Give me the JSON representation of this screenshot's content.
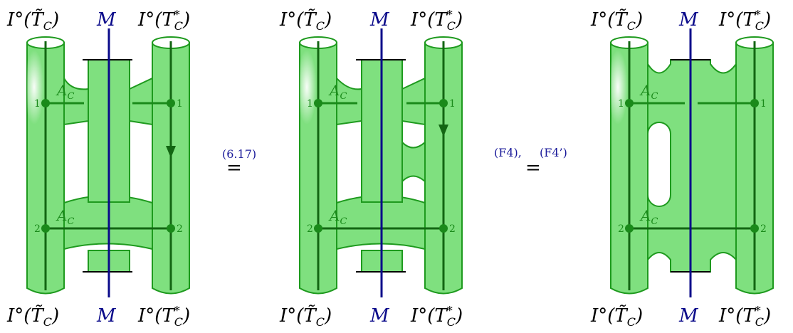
{
  "equation": {
    "step1_ref": "(6.17)",
    "step2_ref_a": "(F4),",
    "step2_ref_b": "(F4’)",
    "equals": "="
  },
  "labels": {
    "tube_left_math": "I°(T̃",
    "tube_left_sub": "C",
    "tube_left_close": ")",
    "tube_right_math": "I°(T",
    "tube_right_sup": "*",
    "tube_right_sub": "C",
    "tube_right_close": ")",
    "middle": "M",
    "algebra": "A",
    "algebra_sub": "C",
    "node_1": "1",
    "node_2": "2"
  },
  "colors": {
    "tube_fill": "#7fe07f",
    "tube_stroke": "#1e9a1e",
    "line_dark": "#136613",
    "line_mid": "#1a8a1a",
    "m_line": "#0a0a8a",
    "ref_color": "#1a1a9a"
  }
}
